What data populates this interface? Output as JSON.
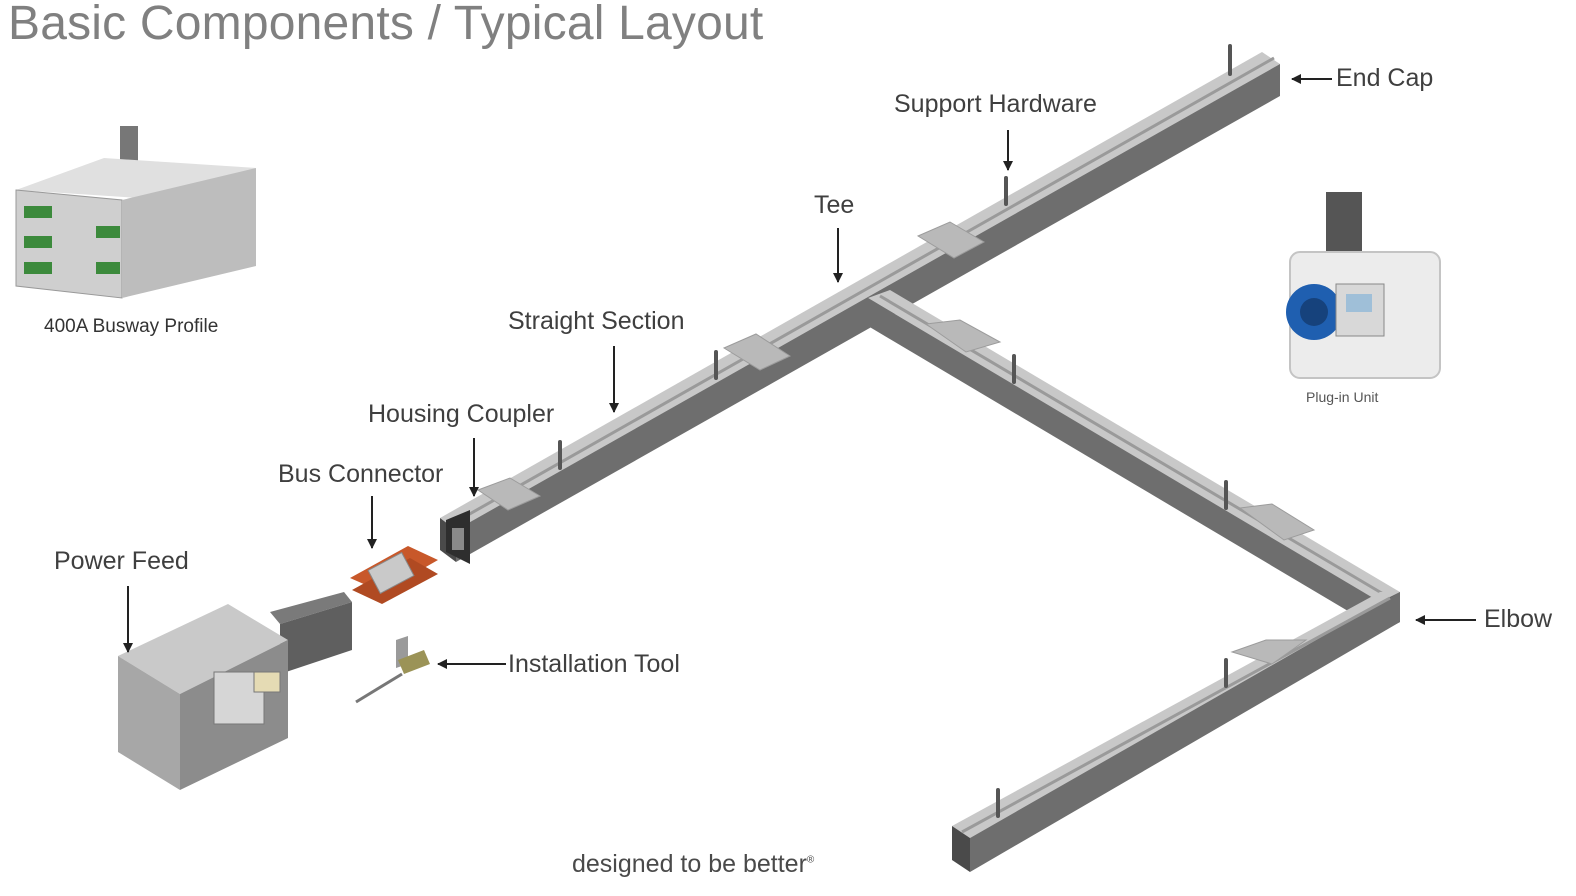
{
  "title": "Basic Components / Typical Layout",
  "labels": {
    "end_cap": "End Cap",
    "support_hardware": "Support Hardware",
    "tee": "Tee",
    "straight_section": "Straight Section",
    "housing_coupler": "Housing Coupler",
    "bus_connector": "Bus Connector",
    "power_feed": "Power Feed",
    "installation_tool": "Installation Tool",
    "elbow": "Elbow",
    "busway_profile": "400A Busway Profile",
    "plug_in_unit": "Plug-in Unit"
  },
  "tagline": "designed to be better",
  "tagline_mark": "®",
  "colors": {
    "rail_top": "#c8c8c8",
    "rail_side": "#6e6e6e",
    "rail_dark": "#4a4a4a",
    "coupler": "#b9b9b9",
    "copper": "#c8582a",
    "socket_blue": "#1f5fb0",
    "title": "#808080",
    "text": "#3f3f3f"
  }
}
